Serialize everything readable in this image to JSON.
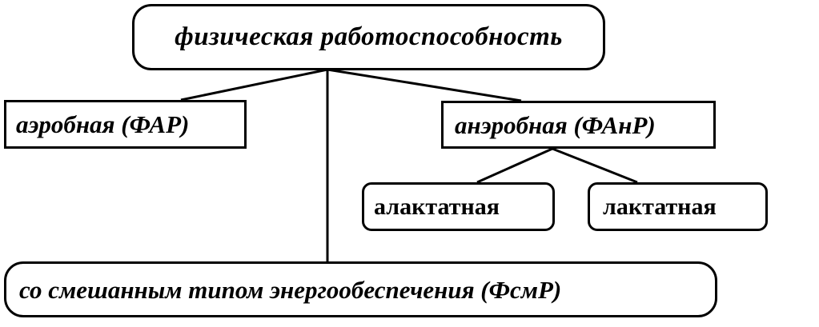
{
  "diagram": {
    "root": {
      "label": "физическая  работоспособность"
    },
    "aerobic": {
      "label": "аэробная (ФАР)"
    },
    "anaerobic": {
      "label": "анэробная (ФАнР)"
    },
    "alactic": {
      "label": "алактатная"
    },
    "lactic": {
      "label": "лактатная"
    },
    "mixed": {
      "label": "со  смешанным типом энергообеспечения (ФсмР)"
    }
  },
  "colors": {
    "stroke": "#000000",
    "background": "#ffffff"
  }
}
